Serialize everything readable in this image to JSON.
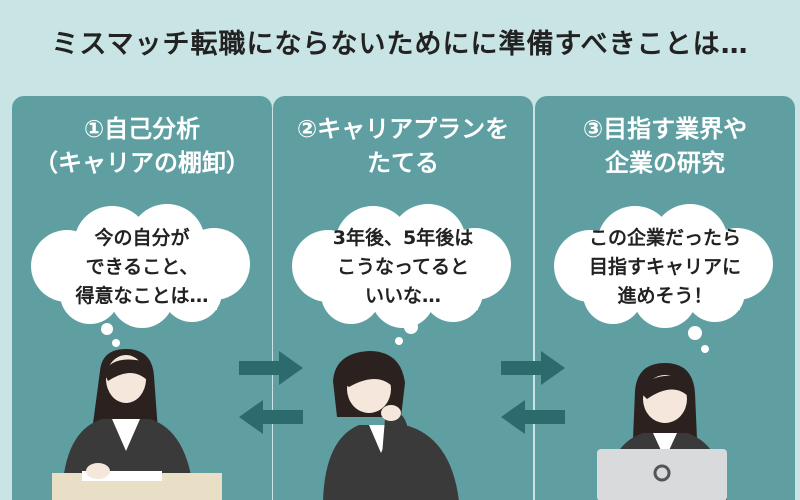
{
  "headline": "ミスマッチ転職にならないためにに準備すべきことは…",
  "panels": [
    {
      "title_lines": [
        "①自己分析",
        "（キャリアの棚卸）"
      ],
      "bubble_lines": [
        "今の自分が",
        "できること、",
        "得意なことは…"
      ]
    },
    {
      "title_lines": [
        "②キャリアプランを",
        "たてる"
      ],
      "bubble_lines": [
        "3年後、5年後は",
        "こうなってると",
        "いいな…"
      ]
    },
    {
      "title_lines": [
        "③目指す業界や",
        "企業の研究"
      ],
      "bubble_lines": [
        "この企業だったら",
        "目指すキャリアに",
        "進めそう！"
      ]
    }
  ],
  "colors": {
    "page_bg": "#c9e4e4",
    "panel_bg": "#5f9fa2",
    "arrow": "#2b6b6e",
    "suit": "#3a3a3a",
    "hair": "#2b2220",
    "skin": "#f6e7dc"
  },
  "icons": [
    "thought-cloud-icon",
    "arrow-right-icon",
    "arrow-left-icon",
    "laptop-icon"
  ]
}
